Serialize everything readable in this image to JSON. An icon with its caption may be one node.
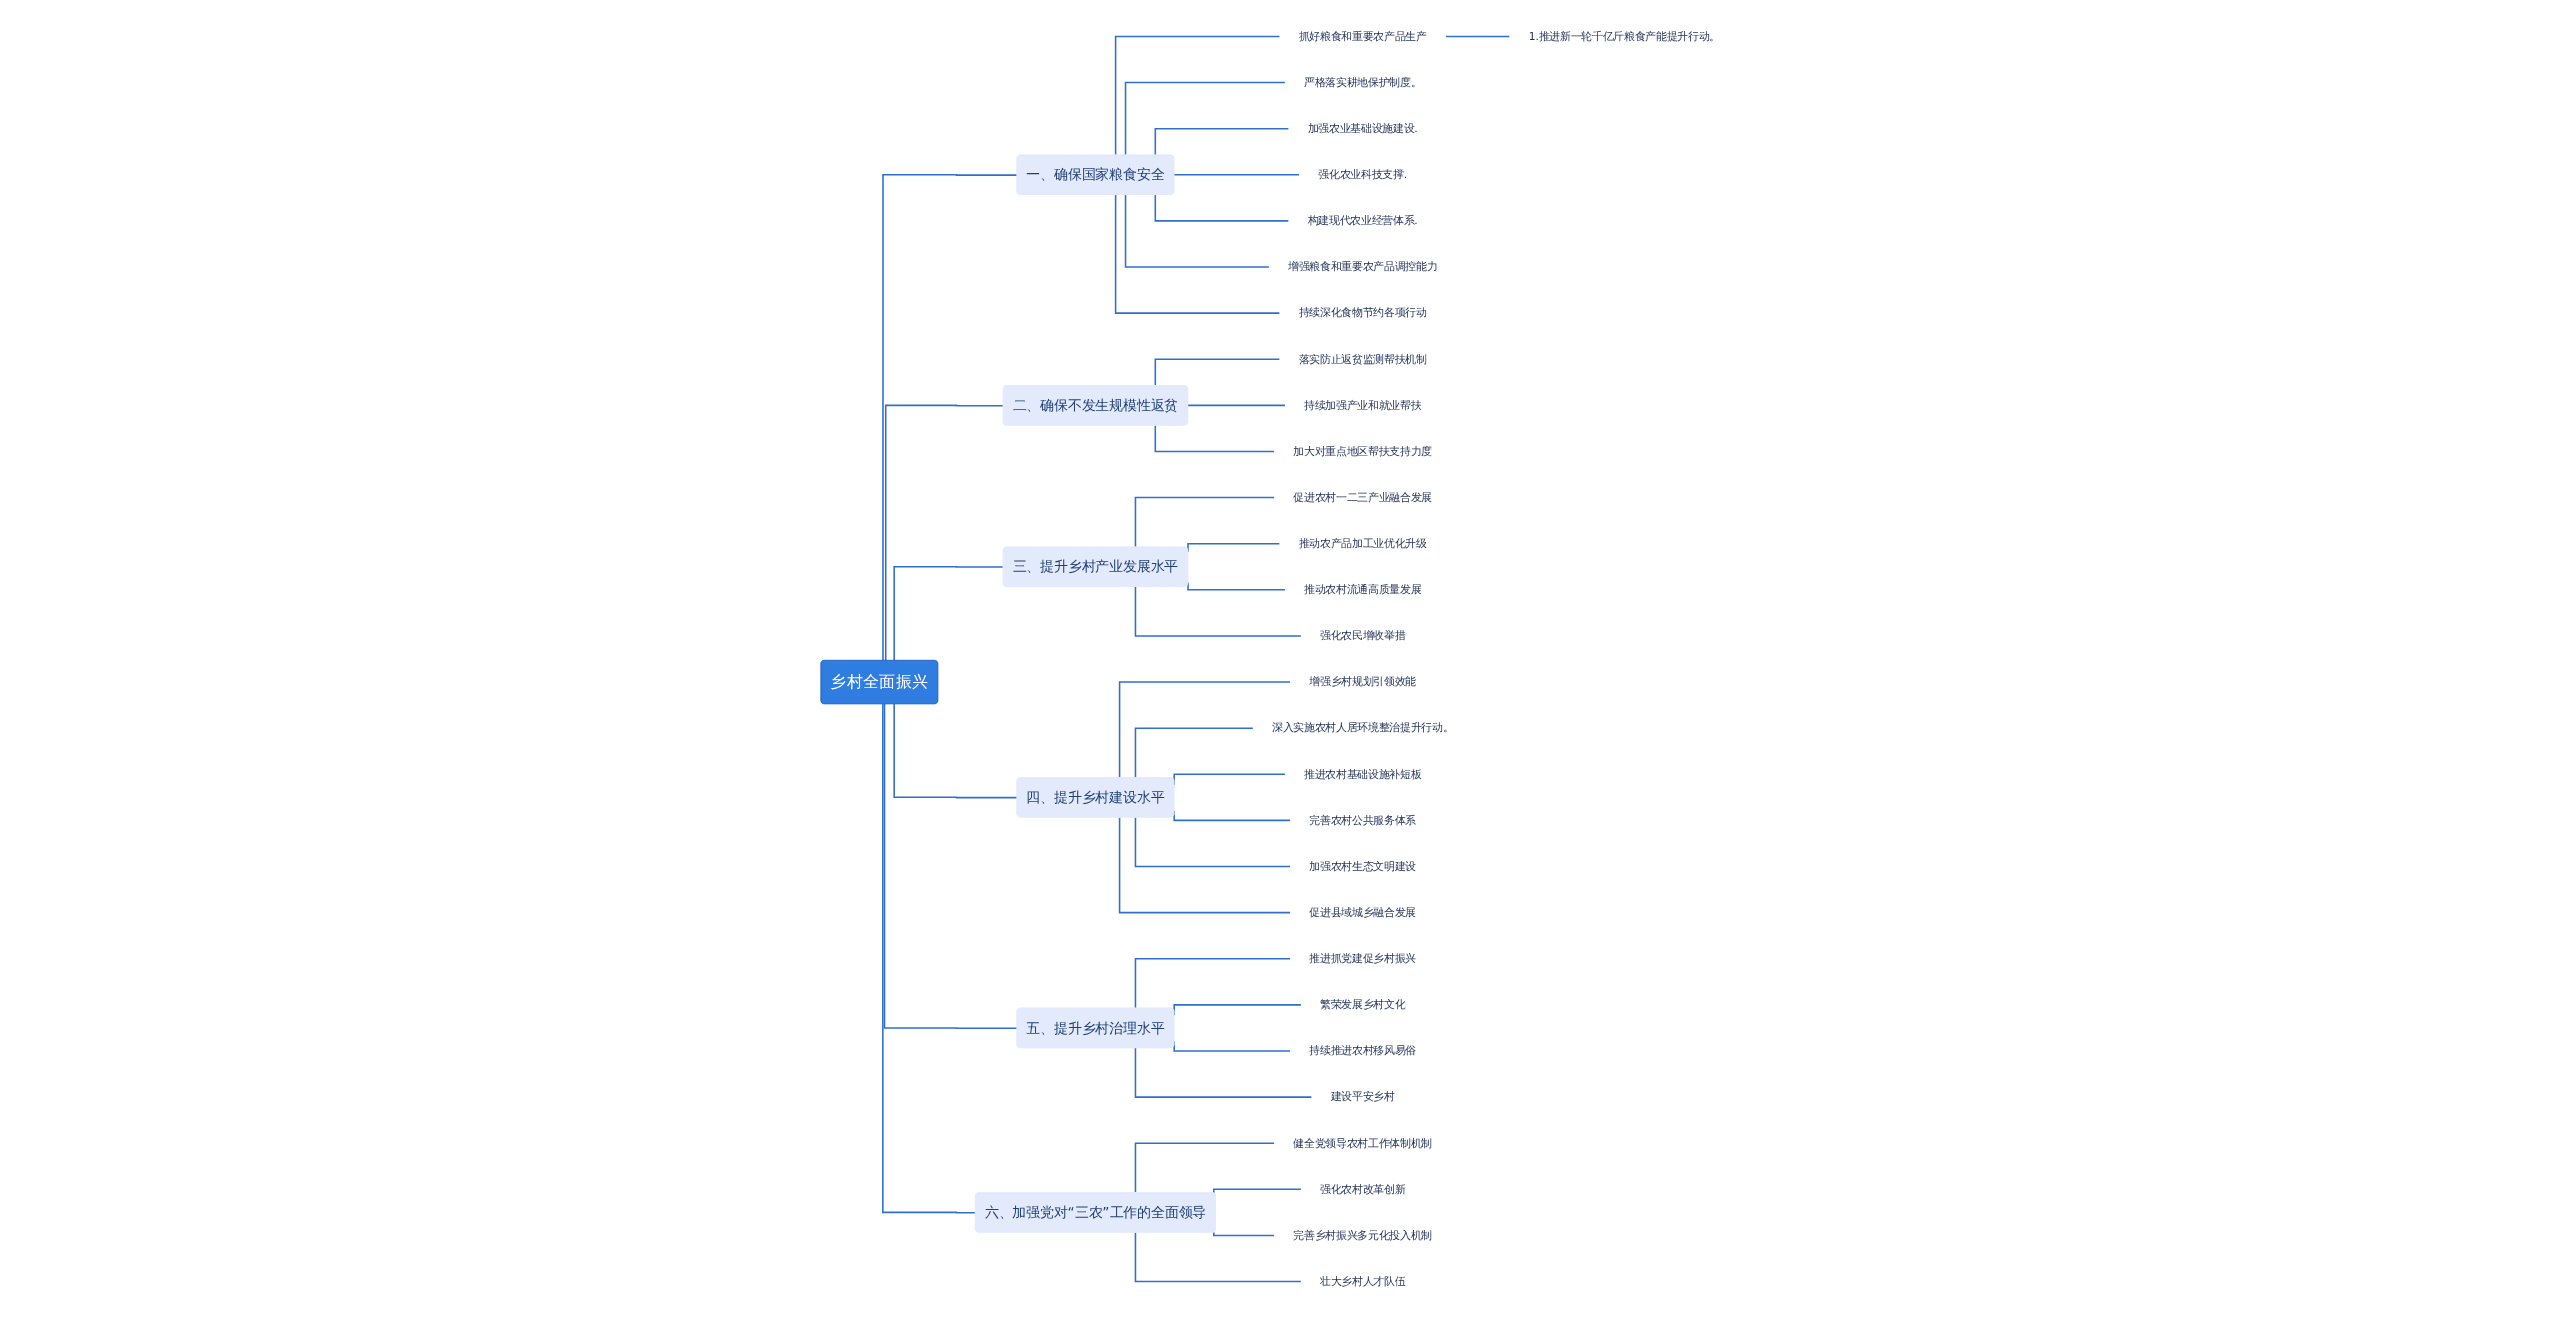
{
  "diagram": {
    "nodes": [
      {
        "text": [
          "乡村全面振兴"
        ]
      },
      {
        "text": [
          "一、确保国家粮食安全"
        ]
      },
      {
        "text": [
          "抓好粮食和重要农产品生产"
        ]
      },
      {
        "text": [
          "1.推进新一轮千亿斤粮食产能提升行动。"
        ]
      },
      {
        "text": [
          "严格落实耕地保护制度。"
        ]
      },
      {
        "text": [
          "加强农业基础设施建设."
        ]
      },
      {
        "text": [
          "强化农业科技支撑."
        ]
      },
      {
        "text": [
          "构建现代农业经营体系."
        ]
      },
      {
        "text": [
          "增强粮食和重要农产品调控能力"
        ]
      },
      {
        "text": [
          "持续深化食物节约各项行动"
        ]
      },
      {
        "text": [
          "二、确保不发生规模性返贫"
        ]
      },
      {
        "text": [
          "落实防止返贫监测帮扶机制"
        ]
      },
      {
        "text": [
          "持续加强产业和就业帮扶"
        ]
      },
      {
        "text": [
          "加大对重点地区帮扶支持力度"
        ]
      },
      {
        "text": [
          "三、提升乡村产业发展水平"
        ]
      },
      {
        "text": [
          "促进农村一二三产业融合发展"
        ]
      },
      {
        "text": [
          "推动农产品加工业优化升级"
        ]
      },
      {
        "text": [
          "推动农村流通高质量发展"
        ]
      },
      {
        "text": [
          "强化农民增收举措"
        ]
      },
      {
        "text": [
          "四、提升乡村建设水平"
        ]
      },
      {
        "text": [
          "增强乡村规划引领效能"
        ]
      },
      {
        "text": [
          "深入实施农村人居环境整治提升行动。"
        ]
      },
      {
        "text": [
          "推进农村基础设施补短板"
        ]
      },
      {
        "text": [
          "完善农村公共服务体系"
        ]
      },
      {
        "text": [
          "加强农村生态文明建设"
        ]
      },
      {
        "text": [
          "促进县域城乡融合发展"
        ]
      },
      {
        "text": [
          "五、提升乡村治理水平"
        ]
      },
      {
        "text": [
          "推进抓党建促乡村振兴"
        ]
      },
      {
        "text": [
          "繁荣发展乡村文化"
        ]
      },
      {
        "text": [
          "持续推进农村移风易俗"
        ]
      },
      {
        "text": [
          "建设平安乡村"
        ]
      },
      {
        "text": [
          "六、加强党对“三农”工作的全面领导"
        ]
      },
      {
        "text": [
          "健全党领导农村工作体制机制"
        ]
      },
      {
        "text": [
          "强化农村改革创新"
        ]
      },
      {
        "text": [
          "完善乡村振兴多元化投入机制"
        ]
      },
      {
        "text": [
          "壮大乡村人才队伍"
        ]
      }
    ],
    "edges": [
      {
        "from": 0,
        "to": 1,
        "arrow": "none"
      },
      {
        "from": 1,
        "to": 2,
        "arrow": "none"
      },
      {
        "from": 2,
        "to": 3,
        "arrow": "none"
      },
      {
        "from": 1,
        "to": 4,
        "arrow": "none"
      },
      {
        "from": 1,
        "to": 5,
        "arrow": "none"
      },
      {
        "from": 1,
        "to": 6,
        "arrow": "none"
      },
      {
        "from": 1,
        "to": 7,
        "arrow": "none"
      },
      {
        "from": 1,
        "to": 8,
        "arrow": "none"
      },
      {
        "from": 1,
        "to": 9,
        "arrow": "none"
      },
      {
        "from": 0,
        "to": 10,
        "arrow": "none"
      },
      {
        "from": 10,
        "to": 11,
        "arrow": "none"
      },
      {
        "from": 10,
        "to": 12,
        "arrow": "none"
      },
      {
        "from": 10,
        "to": 13,
        "arrow": "none"
      },
      {
        "from": 0,
        "to": 14,
        "arrow": "none"
      },
      {
        "from": 14,
        "to": 15,
        "arrow": "none"
      },
      {
        "from": 14,
        "to": 16,
        "arrow": "none"
      },
      {
        "from": 14,
        "to": 17,
        "arrow": "none"
      },
      {
        "from": 14,
        "to": 18,
        "arrow": "none"
      },
      {
        "from": 0,
        "to": 19,
        "arrow": "none"
      },
      {
        "from": 19,
        "to": 20,
        "arrow": "none"
      },
      {
        "from": 19,
        "to": 21,
        "arrow": "none"
      },
      {
        "from": 19,
        "to": 22,
        "arrow": "none"
      },
      {
        "from": 19,
        "to": 23,
        "arrow": "none"
      },
      {
        "from": 19,
        "to": 24,
        "arrow": "none"
      },
      {
        "from": 19,
        "to": 25,
        "arrow": "none"
      },
      {
        "from": 0,
        "to": 26,
        "arrow": "none"
      },
      {
        "from": 26,
        "to": 27,
        "arrow": "none"
      },
      {
        "from": 26,
        "to": 28,
        "arrow": "none"
      },
      {
        "from": 26,
        "to": 29,
        "arrow": "none"
      },
      {
        "from": 26,
        "to": 30,
        "arrow": "none"
      },
      {
        "from": 0,
        "to": 31,
        "arrow": "none"
      },
      {
        "from": 31,
        "to": 32,
        "arrow": "none"
      },
      {
        "from": 31,
        "to": 33,
        "arrow": "none"
      },
      {
        "from": 31,
        "to": 34,
        "arrow": "none"
      },
      {
        "from": 31,
        "to": 35,
        "arrow": "none"
      }
    ]
  }
}
